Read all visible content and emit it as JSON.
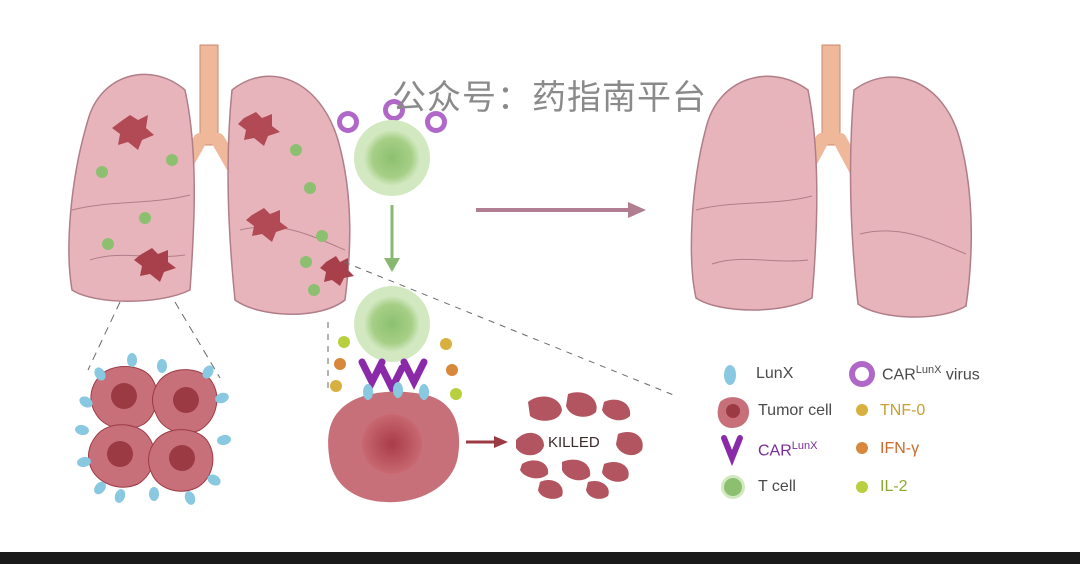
{
  "watermark": "公众号：药指南平台",
  "killed_label": "KILLED",
  "legend": {
    "lunx": "LunX",
    "tumor_cell": "Tumor cell",
    "car": "CAR",
    "car_sup": "LunX",
    "t_cell": "T cell",
    "car_virus": "CAR",
    "car_virus_sup": "LunX",
    "car_virus_suffix": " virus",
    "tnf": "TNF-0",
    "ifn": "IFN-γ",
    "il2": "IL-2"
  },
  "colors": {
    "lung": "#e8b4bc",
    "lung_edge": "#b07e88",
    "trachea": "#f0b89a",
    "tumor": "#b85560",
    "tumor_core": "#9c3a44",
    "t_cell": "#b8d898",
    "t_cell_core": "#8cc070",
    "car": "#8a2aa8",
    "lunx": "#88c8e0",
    "arrow": "#b07e90",
    "tnf": "#d8b040",
    "ifn": "#d8883a",
    "il2": "#b8d040"
  }
}
